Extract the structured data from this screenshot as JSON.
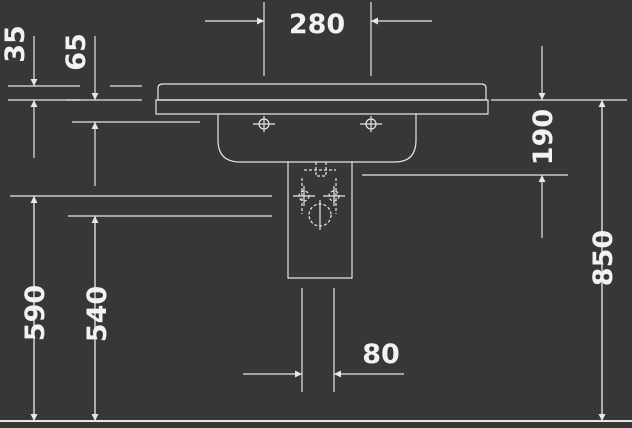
{
  "background": "#373737",
  "line_color": "#e6e6e6",
  "dimensions": {
    "top_35": "35",
    "top_65": "65",
    "width_280": "280",
    "right_190": "190",
    "right_850": "850",
    "left_590": "590",
    "left_540": "540",
    "bottom_80": "80"
  }
}
